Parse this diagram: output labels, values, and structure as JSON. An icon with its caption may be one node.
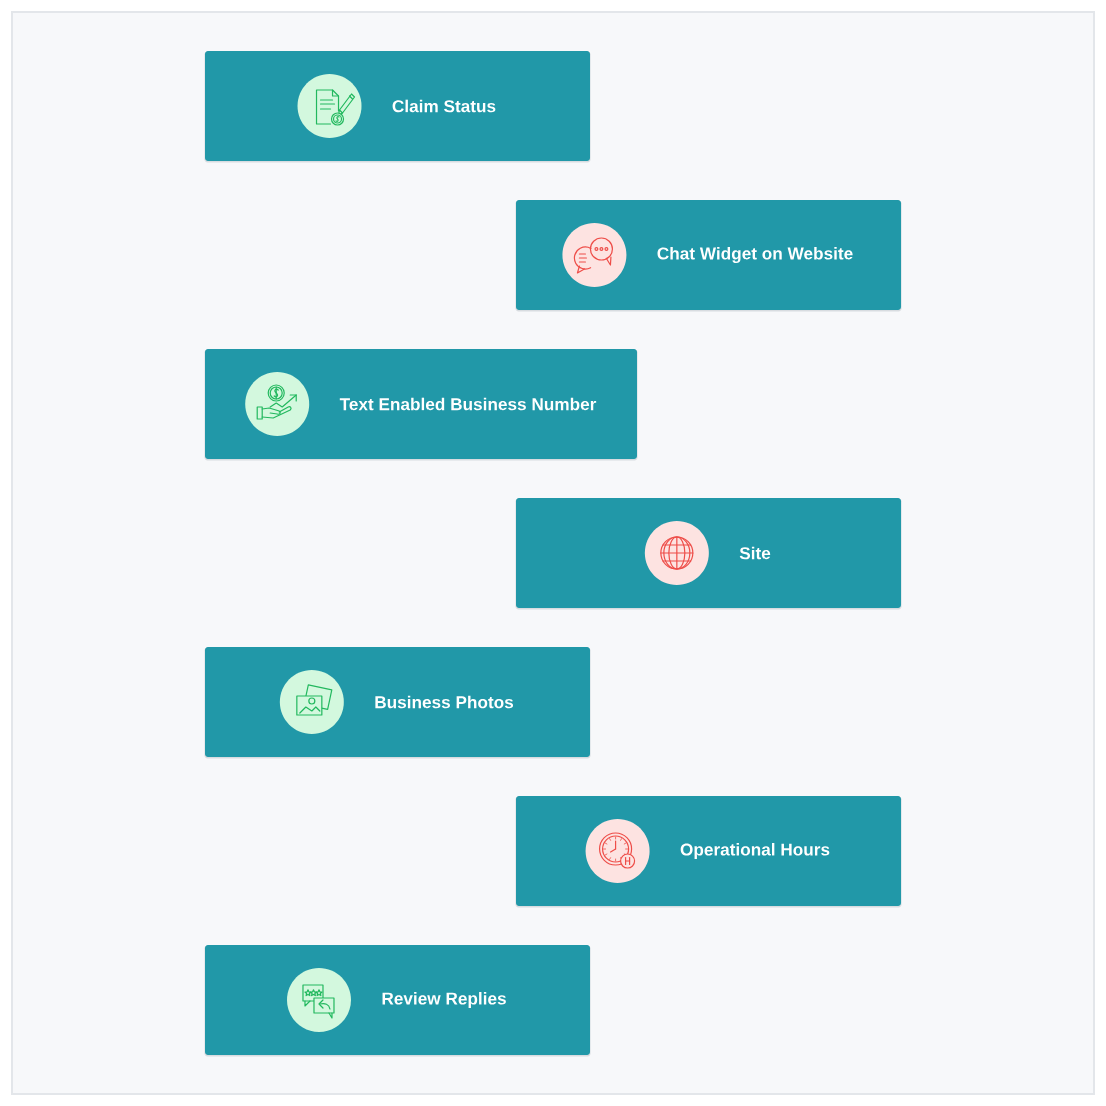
{
  "diagram": {
    "nodes": [
      {
        "text": [
          "Claim Status"
        ]
      },
      {
        "text": [
          "Chat Widget on Website"
        ]
      },
      {
        "text": [
          "Text Enabled Business Number"
        ]
      },
      {
        "text": [
          "Site"
        ]
      },
      {
        "text": [
          "Business Photos"
        ]
      },
      {
        "text": [
          "Operational Hours"
        ]
      },
      {
        "text": [
          "Review Replies"
        ]
      }
    ]
  }
}
